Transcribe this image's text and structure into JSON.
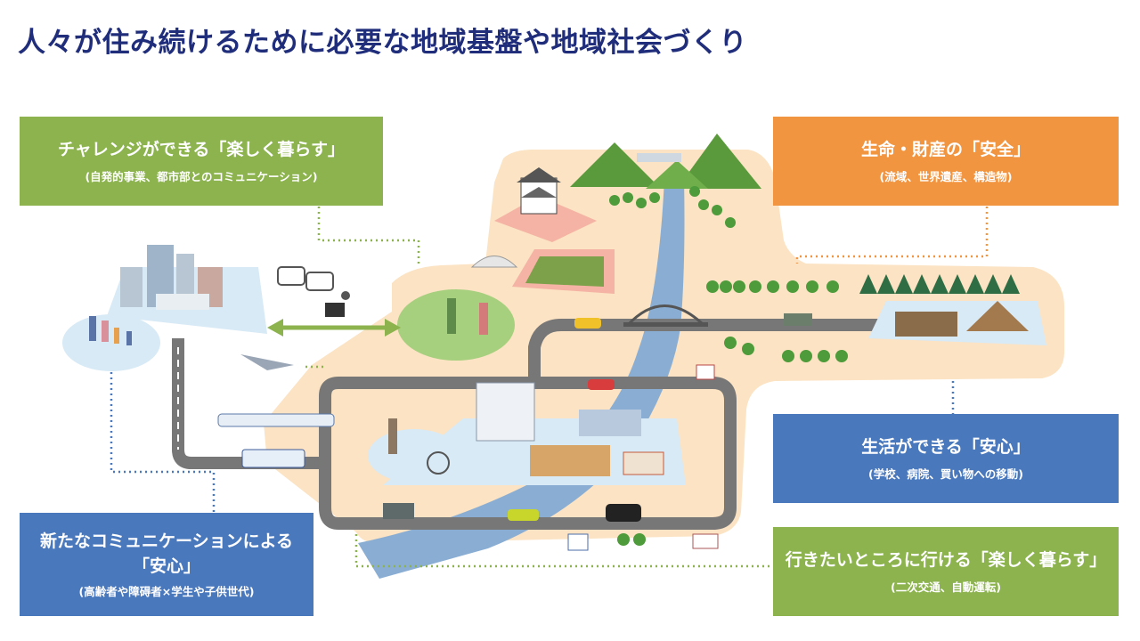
{
  "title": "人々が住み続けるために必要な地域基盤や地域社会づくり",
  "boxes": {
    "top_left": {
      "main": "チャレンジができる「楽しく暮らす」",
      "sub": "(自発的事業、都市部とのコミュニケーション)"
    },
    "top_right": {
      "main": "生命・財産の「安全」",
      "sub": "(流域、世界遺産、構造物)"
    },
    "mid_right": {
      "main": "生活ができる「安心」",
      "sub": "(学校、病院、買い物への移動)"
    },
    "bottom_left": {
      "main_line1": "新たなコミュニケーションによる",
      "main_line2": "「安心」",
      "sub": "(高齢者や障碍者×学生や子供世代)"
    },
    "bottom_right": {
      "main": "行きたいところに行ける「楽しく暮らす」",
      "sub": "(二次交通、自動運転)"
    }
  },
  "colors": {
    "title": "#1f2d7a",
    "green": "#8cb34e",
    "orange": "#f29541",
    "blue": "#4a78bd",
    "land": "#fbe3c3",
    "river": "#8aaed3",
    "road": "#777777"
  }
}
